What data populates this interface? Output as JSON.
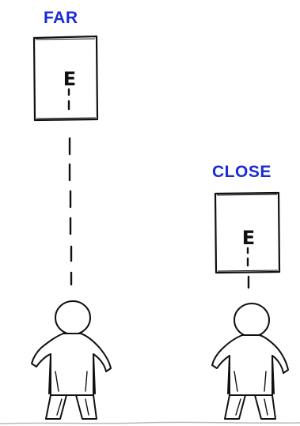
{
  "labels": {
    "far": "FAR",
    "close": "CLOSE"
  },
  "chart_letter": {
    "far": "E",
    "close": "E"
  },
  "colors": {
    "label_blue": "#1a2bd6",
    "ink": "#111111",
    "ground": "#bbbbbb"
  }
}
